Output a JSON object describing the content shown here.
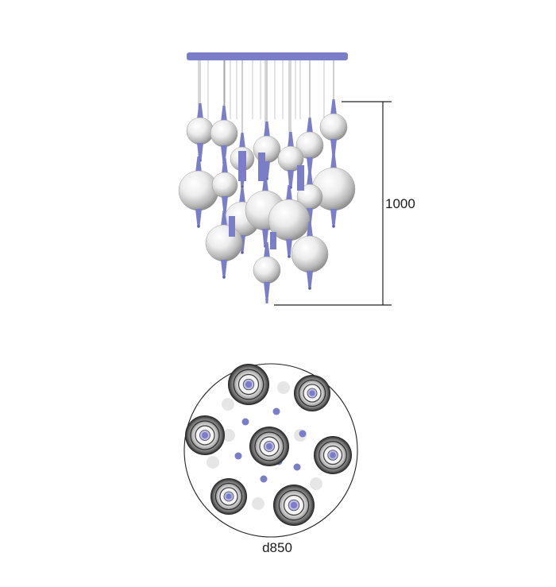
{
  "drawing": {
    "height_dimension": "1000",
    "diameter_dimension": "d850"
  },
  "colors": {
    "metal": "#7a7ec8",
    "metal_dark": "#5b5fae",
    "glass_light": "#ffffff",
    "glass_mid": "#d9d9d9",
    "glass_dark": "#8c8c8c",
    "line": "#222222",
    "ghost": "#e6e6e6"
  },
  "icons": {
    "side_view": "pendant-chandelier-elevation",
    "top_view": "chandelier-plan-view"
  }
}
